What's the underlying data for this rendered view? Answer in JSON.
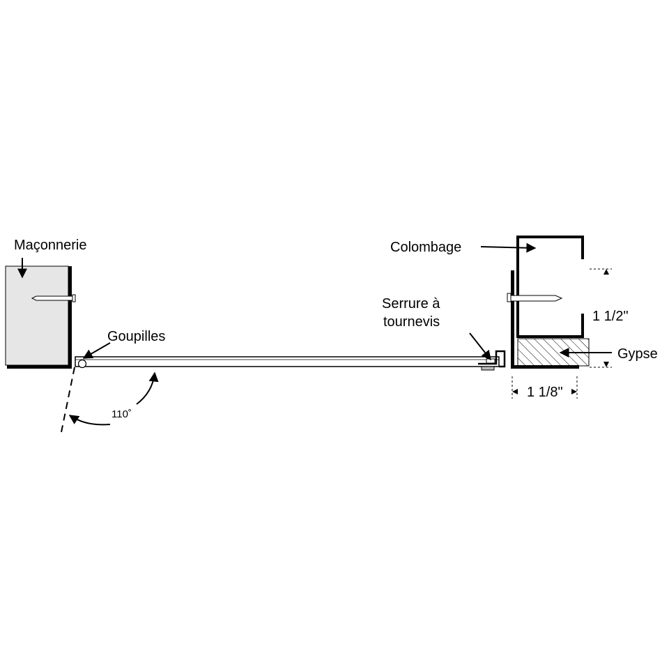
{
  "labels": {
    "maconnerie": "Maçonnerie",
    "goupilles": "Goupilles",
    "angle": "110˚",
    "colombage": "Colombage",
    "serrure_line1": "Serrure à",
    "serrure_line2": "tournevis",
    "dim_vertical": "1 1/2\"",
    "gypse": "Gypse",
    "dim_horizontal": "1 1/8\""
  },
  "colors": {
    "ink": "#000000",
    "masonry_fill": "#e6e6e6",
    "panel_fill": "#ffffff"
  }
}
